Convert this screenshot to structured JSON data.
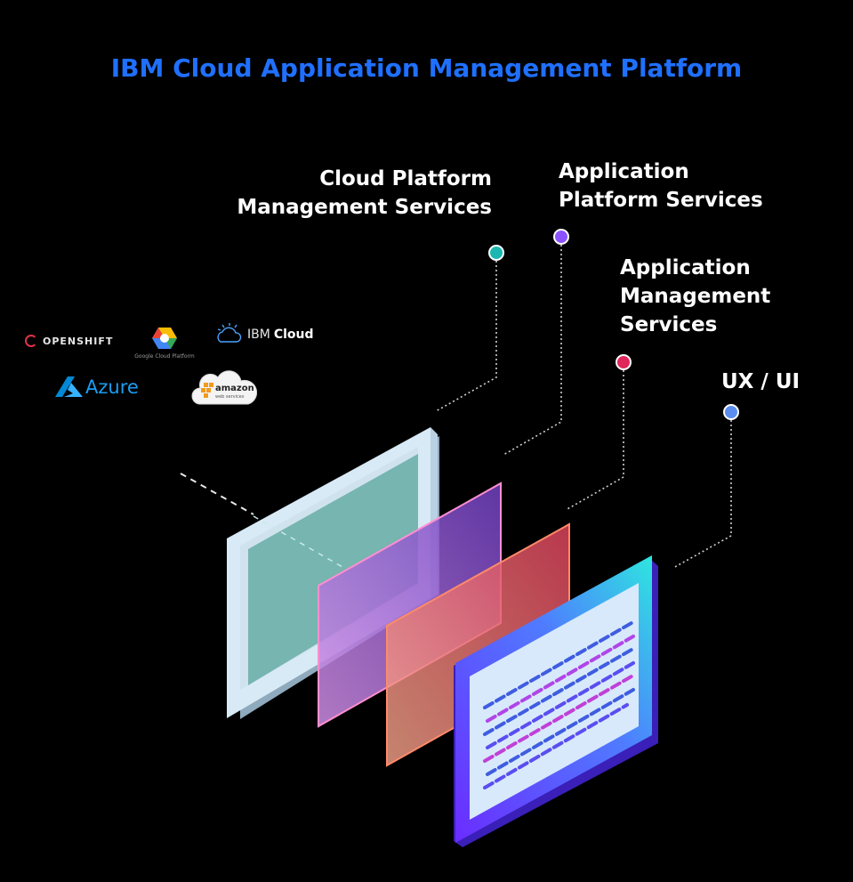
{
  "title": "IBM Cloud Application Management Platform",
  "layers": [
    {
      "lines": [
        "Cloud Platform",
        "Management Services"
      ],
      "color": "#1ab8b0"
    },
    {
      "lines": [
        "Application",
        "Platform Services"
      ],
      "color": "#8c52ff"
    },
    {
      "lines": [
        "Application",
        "Management",
        "Services"
      ],
      "color": "#e0265a"
    },
    {
      "lines": [
        "UX / UI"
      ],
      "color": "#5b8def"
    }
  ],
  "logos": {
    "openshift": "OPENSHIFT",
    "google": "Google Cloud Platform",
    "ibm_prefix": "IBM",
    "ibm_suffix": "Cloud",
    "azure": "Azure",
    "amazon": "amazon",
    "aws_sub": "web services"
  }
}
